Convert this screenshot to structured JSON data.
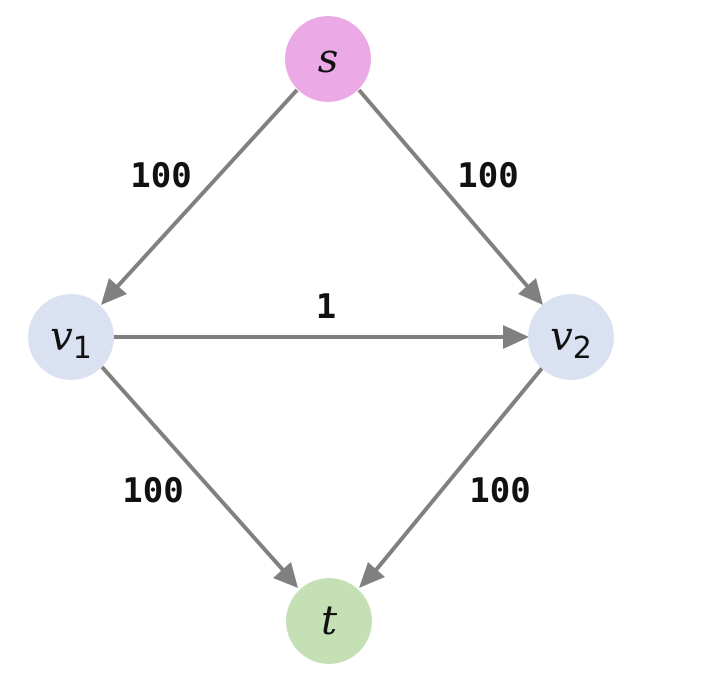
{
  "nodes": {
    "s": {
      "label": "s",
      "subscript": "",
      "color": "#ebaae6"
    },
    "v1": {
      "label": "v",
      "subscript": "1",
      "color": "#dae2f2"
    },
    "v2": {
      "label": "v",
      "subscript": "2",
      "color": "#dae2f2"
    },
    "t": {
      "label": "t",
      "subscript": "",
      "color": "#c5e0b5"
    }
  },
  "edges": {
    "s_v1": {
      "from": "s",
      "to": "v1",
      "capacity": "100"
    },
    "s_v2": {
      "from": "s",
      "to": "v2",
      "capacity": "100"
    },
    "v1_v2": {
      "from": "v1",
      "to": "v2",
      "capacity": "1"
    },
    "v1_t": {
      "from": "v1",
      "to": "t",
      "capacity": "100"
    },
    "v2_t": {
      "from": "v2",
      "to": "t",
      "capacity": "100"
    }
  },
  "colors": {
    "edge": "#808080"
  }
}
